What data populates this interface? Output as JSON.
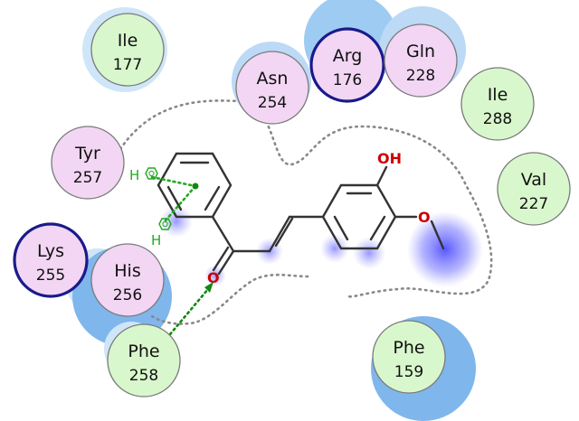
{
  "colors": {
    "polar_residue": "#f2d6f3",
    "hydrophobic_residue": "#d9f7cc",
    "charged_ring": "#1a1a8c",
    "residue_border": "#7a7a7a",
    "solvent_halo": "#9ecbf2",
    "bond": "#333333",
    "oxygen": "#cc0000",
    "pi_interaction": "#22aa22",
    "hbond": "#118811",
    "pocket_outline": "#888888",
    "exposure": "#6666ff"
  },
  "residues": [
    {
      "id": "ile177",
      "name": "Ile",
      "number": "177",
      "kind": "hydrophobic",
      "charged": false
    },
    {
      "id": "asn254",
      "name": "Asn",
      "number": "254",
      "kind": "polar",
      "charged": false
    },
    {
      "id": "arg176",
      "name": "Arg",
      "number": "176",
      "kind": "polar",
      "charged": true
    },
    {
      "id": "gln228",
      "name": "Gln",
      "number": "228",
      "kind": "polar",
      "charged": false
    },
    {
      "id": "ile288",
      "name": "Ile",
      "number": "288",
      "kind": "hydrophobic",
      "charged": false
    },
    {
      "id": "tyr257",
      "name": "Tyr",
      "number": "257",
      "kind": "polar",
      "charged": false
    },
    {
      "id": "val227",
      "name": "Val",
      "number": "227",
      "kind": "hydrophobic",
      "charged": false
    },
    {
      "id": "lys255",
      "name": "Lys",
      "number": "255",
      "kind": "polar",
      "charged": true
    },
    {
      "id": "his256",
      "name": "His",
      "number": "256",
      "kind": "polar",
      "charged": false
    },
    {
      "id": "phe258",
      "name": "Phe",
      "number": "258",
      "kind": "hydrophobic",
      "charged": false
    },
    {
      "id": "phe159",
      "name": "Phe",
      "number": "159",
      "kind": "hydrophobic",
      "charged": false
    }
  ],
  "ligand": {
    "hydroxyl_label": "OH",
    "carbonyl_label": "O"
  },
  "interactions": {
    "pi_h_label": "H"
  }
}
